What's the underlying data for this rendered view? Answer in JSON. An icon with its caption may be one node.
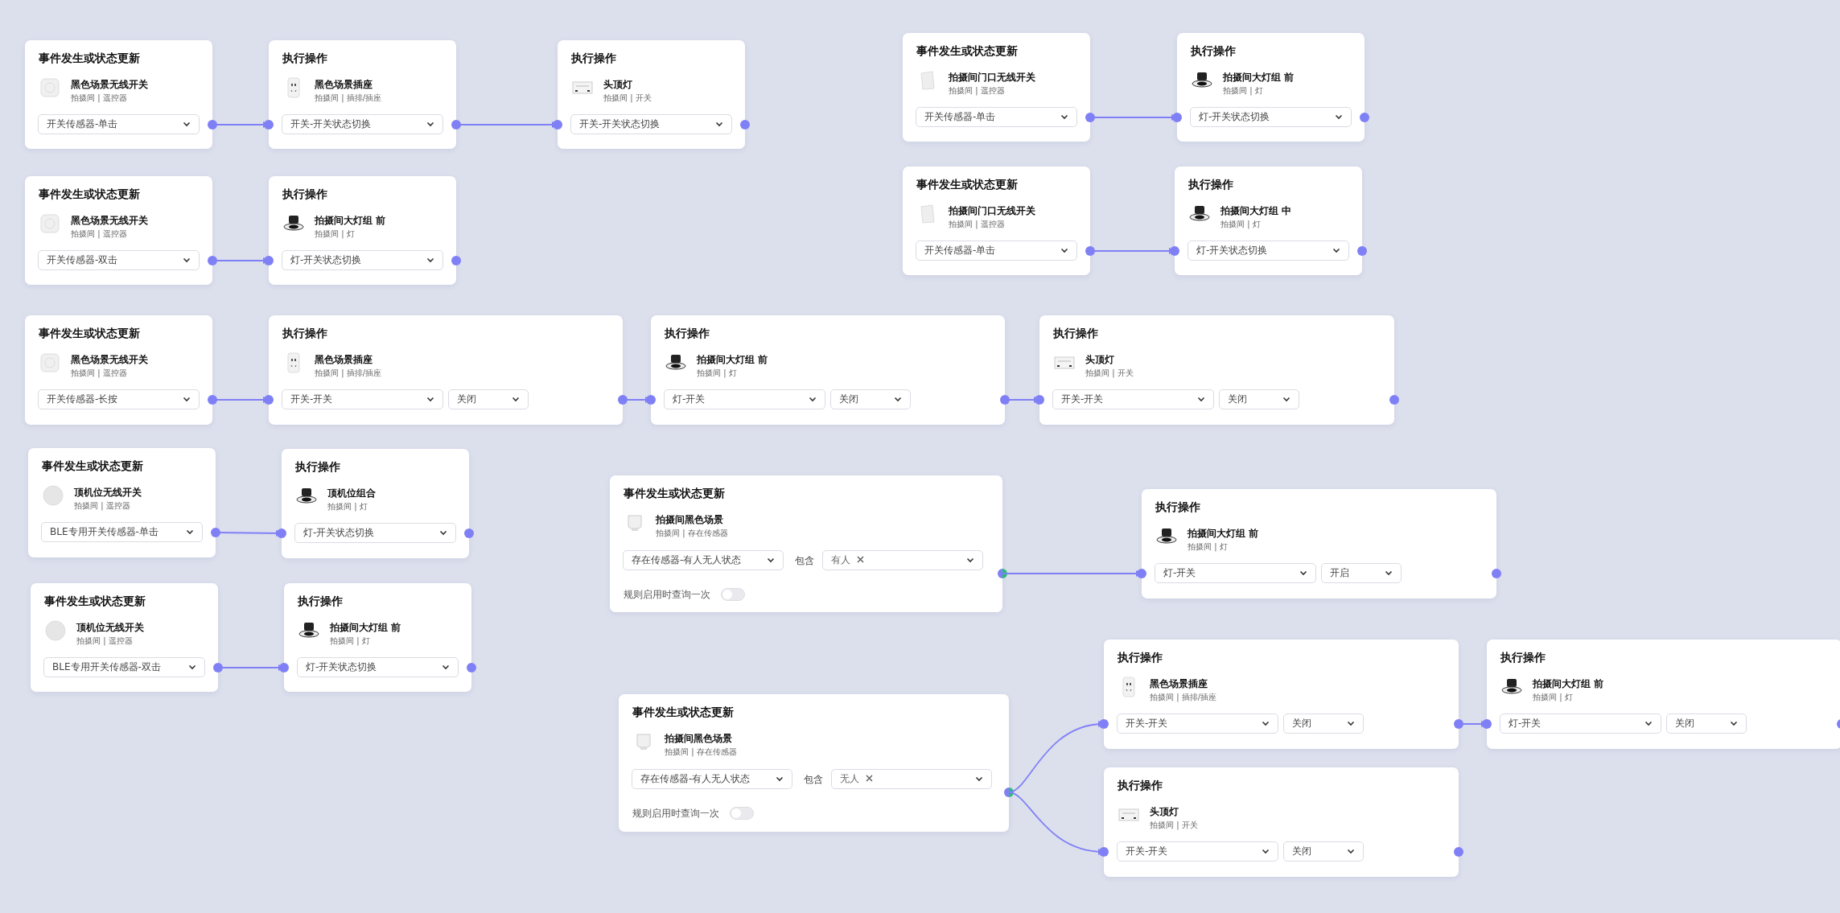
{
  "diagram": {
    "nodes": [
      {
        "text": [
          "事件发生或状态更新",
          "黑色场景无线开关",
          "拍摄间 | 遥控器"
        ]
      },
      {
        "text": [
          "开关传感器-单击"
        ],
        "in": 0
      },
      {
        "text": [
          "执行操作",
          "黑色场景插座",
          "拍摄间 | 插排/插座"
        ]
      },
      {
        "text": [
          "开关-开关状态切换"
        ],
        "in": 2
      },
      {
        "text": [
          "执行操作",
          "头顶灯",
          "拍摄间 | 开关"
        ]
      },
      {
        "text": [
          "开关-开关状态切换"
        ],
        "in": 4
      },
      {
        "text": [
          "事件发生或状态更新",
          "拍摄间门口无线开关",
          "拍摄间 | 遥控器"
        ]
      },
      {
        "text": [
          "开关传感器-单击"
        ],
        "in": 6
      },
      {
        "text": [
          "执行操作",
          "拍摄间大灯组 前",
          "拍摄间 | 灯"
        ]
      },
      {
        "text": [
          "灯-开关状态切换"
        ],
        "in": 8
      },
      {
        "text": [
          "事件发生或状态更新",
          "黑色场景无线开关",
          "拍摄间 | 遥控器"
        ]
      },
      {
        "text": [
          "开关传感器-双击"
        ],
        "in": 10
      },
      {
        "text": [
          "执行操作",
          "拍摄间大灯组 前",
          "拍摄间 | 灯"
        ]
      },
      {
        "text": [
          "灯-开关状态切换"
        ],
        "in": 12
      },
      {
        "text": [
          "事件发生或状态更新",
          "拍摄间门口无线开关",
          "拍摄间 | 遥控器"
        ]
      },
      {
        "text": [
          "开关传感器-单击"
        ],
        "in": 14
      },
      {
        "text": [
          "执行操作",
          "拍摄间大灯组 中",
          "拍摄间 | 灯"
        ]
      },
      {
        "text": [
          "灯-开关状态切换"
        ],
        "in": 16
      },
      {
        "text": [
          "事件发生或状态更新",
          "黑色场景无线开关",
          "拍摄间 | 遥控器"
        ]
      },
      {
        "text": [
          "开关传感器-长按"
        ],
        "in": 18
      },
      {
        "text": [
          "执行操作",
          "黑色场景插座",
          "拍摄间 | 插排/插座"
        ]
      },
      {
        "text": [
          "开关-开关"
        ],
        "in": 20
      },
      {
        "text": [
          "关闭"
        ],
        "in": 20
      },
      {
        "text": [
          "执行操作",
          "拍摄间大灯组 前",
          "拍摄间 | 灯"
        ]
      },
      {
        "text": [
          "灯-开关"
        ],
        "in": 23
      },
      {
        "text": [
          "关闭"
        ],
        "in": 23
      },
      {
        "text": [
          "执行操作",
          "头顶灯",
          "拍摄间 | 开关"
        ]
      },
      {
        "text": [
          "开关-开关"
        ],
        "in": 26
      },
      {
        "text": [
          "关闭"
        ],
        "in": 26
      },
      {
        "text": [
          "事件发生或状态更新",
          "顶机位无线开关",
          "拍摄间 | 遥控器"
        ]
      },
      {
        "text": [
          "BLE专用开关传感器-单击"
        ],
        "in": 29
      },
      {
        "text": [
          "执行操作",
          "顶机位组合",
          "拍摄间 | 灯"
        ]
      },
      {
        "text": [
          "灯-开关状态切换"
        ],
        "in": 31
      },
      {
        "text": [
          "事件发生或状态更新",
          "拍摄间黑色场景",
          "拍摄间 | 存在传感器",
          "规则启用时查询一次"
        ]
      },
      {
        "text": [
          "存在传感器-有人无人状态"
        ],
        "in": 33
      },
      {
        "text": [
          "有人"
        ],
        "in": 33,
        "beside": [
          "包含"
        ]
      },
      {
        "text": [
          "执行操作",
          "拍摄间大灯组 前",
          "拍摄间 | 灯"
        ]
      },
      {
        "text": [
          "灯-开关"
        ],
        "in": 36
      },
      {
        "text": [
          "开启"
        ],
        "in": 36
      },
      {
        "text": [
          "事件发生或状态更新",
          "顶机位无线开关",
          "拍摄间 | 遥控器"
        ]
      },
      {
        "text": [
          "BLE专用开关传感器-双击"
        ],
        "in": 39
      },
      {
        "text": [
          "执行操作",
          "拍摄间大灯组 前",
          "拍摄间 | 灯"
        ]
      },
      {
        "text": [
          "灯-开关状态切换"
        ],
        "in": 41
      },
      {
        "text": [
          "事件发生或状态更新",
          "拍摄间黑色场景",
          "拍摄间 | 存在传感器",
          "规则启用时查询一次"
        ]
      },
      {
        "text": [
          "存在传感器-有人无人状态"
        ],
        "in": 43
      },
      {
        "text": [
          "无人"
        ],
        "in": 43,
        "beside": [
          "包含"
        ]
      },
      {
        "text": [
          "执行操作",
          "黑色场景插座",
          "拍摄间 | 插排/插座"
        ]
      },
      {
        "text": [
          "开关-开关"
        ],
        "in": 46
      },
      {
        "text": [
          "关闭"
        ],
        "in": 46
      },
      {
        "text": [
          "执行操作",
          "拍摄间大灯组 前",
          "拍摄间 | 灯"
        ]
      },
      {
        "text": [
          "灯-开关"
        ],
        "in": 49
      },
      {
        "text": [
          "关闭"
        ],
        "in": 49
      },
      {
        "text": [
          "执行操作",
          "头顶灯",
          "拍摄间 | 开关"
        ]
      },
      {
        "text": [
          "开关-开关"
        ],
        "in": 52
      },
      {
        "text": [
          "关闭"
        ],
        "in": 52
      }
    ],
    "edges": [
      {
        "from": 0,
        "to": 2,
        "arrow": "to"
      },
      {
        "from": 2,
        "to": 4,
        "arrow": "to"
      },
      {
        "from": 6,
        "to": 8,
        "arrow": "to"
      },
      {
        "from": 10,
        "to": 12,
        "arrow": "to"
      },
      {
        "from": 14,
        "to": 16,
        "arrow": "to"
      },
      {
        "from": 18,
        "to": 20,
        "arrow": "to"
      },
      {
        "from": 20,
        "to": 23,
        "arrow": "to"
      },
      {
        "from": 23,
        "to": 26,
        "arrow": "to"
      },
      {
        "from": 29,
        "to": 31,
        "arrow": "to"
      },
      {
        "from": 33,
        "to": 36,
        "arrow": "to"
      },
      {
        "from": 39,
        "to": 41,
        "arrow": "to"
      },
      {
        "from": 43,
        "to": 46,
        "arrow": "to"
      },
      {
        "from": 43,
        "to": 52,
        "arrow": "to"
      },
      {
        "from": 46,
        "to": 49,
        "arrow": "to"
      }
    ]
  }
}
